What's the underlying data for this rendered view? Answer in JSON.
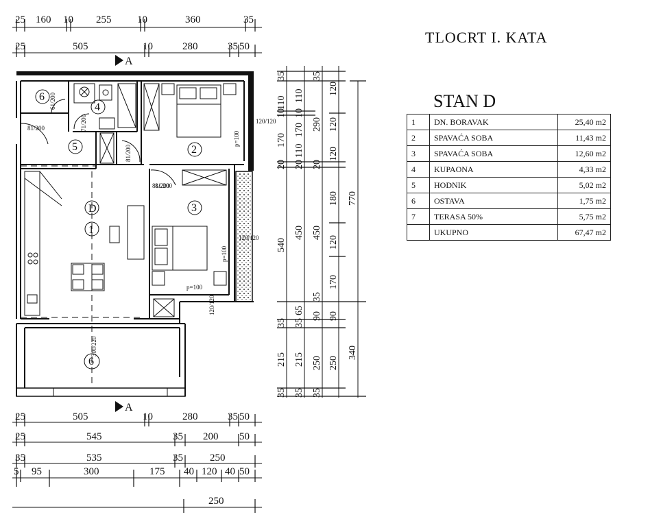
{
  "sheet_title": "TLOCRT I. KATA",
  "apartment_title": "STAN D",
  "rooms_table": [
    {
      "no": "1",
      "name": "DN. BORAVAK",
      "area": "25,40 m2"
    },
    {
      "no": "2",
      "name": "SPAVAĆA SOBA",
      "area": "11,43 m2"
    },
    {
      "no": "3",
      "name": "SPAVAĆA SOBA",
      "area": "12,60 m2"
    },
    {
      "no": "4",
      "name": "KUPAONA",
      "area": "4,33 m2"
    },
    {
      "no": "5",
      "name": "HODNIK",
      "area": "5,02 m2"
    },
    {
      "no": "6",
      "name": "OSTAVA",
      "area": "1,75 m2"
    },
    {
      "no": "7",
      "name": "TERASA 50%",
      "area": "5,75 m2"
    },
    {
      "no": "",
      "name": "UKUPNO",
      "area": "67,47 m2"
    }
  ],
  "section_marker": "A",
  "apartment_letter": "D",
  "room_numbers": [
    "1",
    "2",
    "3",
    "4",
    "5",
    "6",
    "6"
  ],
  "top_dimensions": {
    "row1": [
      "25",
      "160",
      "10",
      "255",
      "10",
      "360",
      "35"
    ],
    "row2": [
      "25",
      "505",
      "10",
      "280",
      "35",
      "50"
    ]
  },
  "bottom_dimensions": {
    "row1": [
      "25",
      "505",
      "10",
      "280",
      "35",
      "50"
    ],
    "row2": [
      "25",
      "545",
      "35",
      "200",
      "50"
    ],
    "row3": [
      "35",
      "535",
      "35",
      "250"
    ],
    "row4": [
      "5",
      "95",
      "300",
      "175",
      "40",
      "120",
      "40",
      "50"
    ],
    "row5": [
      "250"
    ]
  },
  "right_dimensions": {
    "col1": [
      "35",
      "110",
      "10",
      "170",
      "20",
      "540",
      "35",
      "215",
      "35"
    ],
    "col2": [
      "110",
      "10",
      "170",
      "110",
      "20",
      "450",
      "65",
      "35",
      "215",
      "35"
    ],
    "col3": [
      "35",
      "290",
      "20",
      "450",
      "35",
      "90",
      "250",
      "35"
    ],
    "col4": [
      "120",
      "120",
      "120",
      "180",
      "120",
      "170",
      "90",
      "250"
    ],
    "col5": [
      "770",
      "340"
    ]
  },
  "plan_labels": {
    "door_81_200": "81/200",
    "door_61_200": "61/200",
    "door_71_200": "71/200",
    "window_120_120": "120/120",
    "window_p100": "p=100",
    "terrace_door": "300/220"
  }
}
